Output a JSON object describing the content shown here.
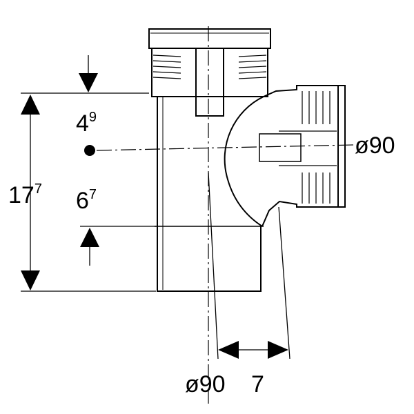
{
  "dimensions": {
    "upper_offset": {
      "main": "4",
      "sup": "9"
    },
    "total_height": {
      "main": "17",
      "sup": "7"
    },
    "lower_offset": {
      "main": "6",
      "sup": "7"
    },
    "branch_diameter": "ø90",
    "main_diameter": "ø90",
    "branch_offset": "7"
  },
  "colors": {
    "line": "#000000",
    "background": "#ffffff"
  }
}
